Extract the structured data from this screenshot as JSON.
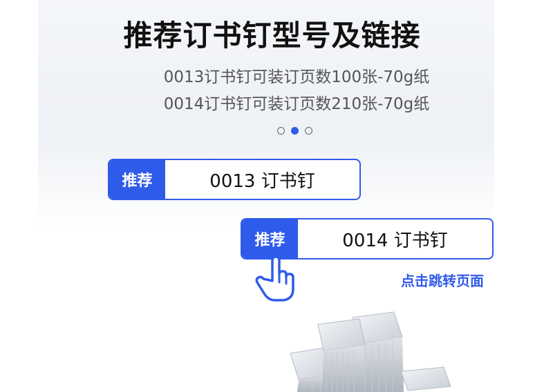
{
  "header": {
    "title": "推荐订书钉型号及链接",
    "desc_line1": "0013订书钉可装订页数100张-70g纸",
    "desc_line2": "0014订书钉可装订页数210张-70g纸"
  },
  "carousel": {
    "dot_count": 3,
    "active_index": 1
  },
  "recommendations": [
    {
      "badge": "推荐",
      "label": "0013 订书钉"
    },
    {
      "badge": "推荐",
      "label": "0014 订书钉"
    }
  ],
  "hint": {
    "jump_text": "点击跳转页面"
  },
  "colors": {
    "accent": "#2f5bea",
    "title": "#111111",
    "desc": "#555555"
  },
  "icons": {
    "pointer": "hand-pointer-icon"
  }
}
